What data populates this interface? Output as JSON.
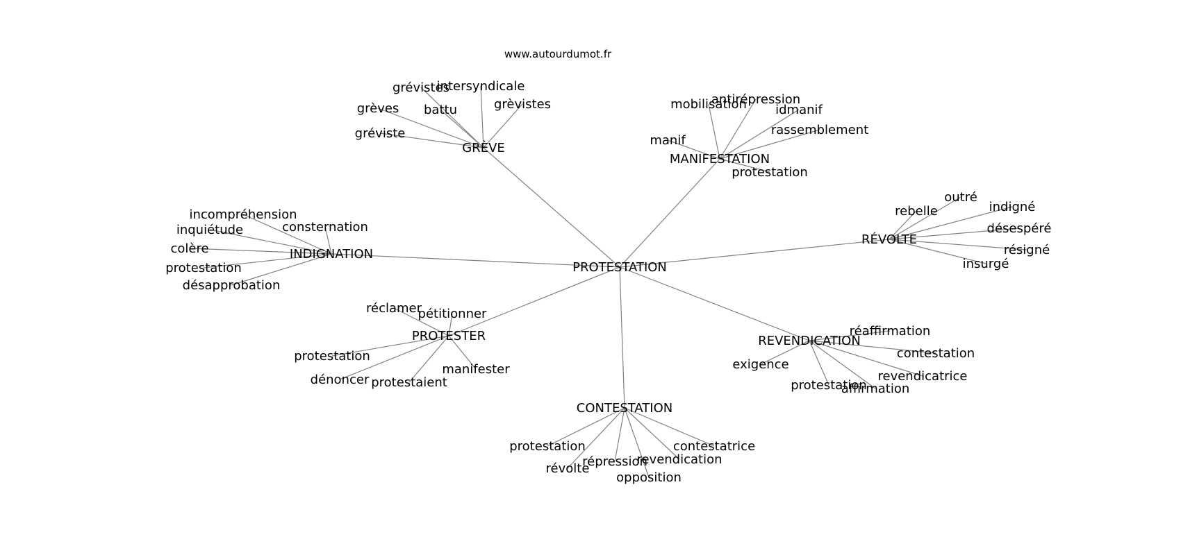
{
  "source": "www.autourdumot.fr",
  "center": "PROTESTATION",
  "clusters": [
    {
      "hub": "GRÈVE",
      "words": [
        "grévistes",
        "intersyndicale",
        "grèves",
        "battu",
        "grèvistes",
        "gréviste"
      ]
    },
    {
      "hub": "MANIFESTATION",
      "words": [
        "antirépression",
        "mobilisation",
        "idmanif",
        "manif",
        "rassemblement",
        "protestation"
      ]
    },
    {
      "hub": "RÉVOLTE",
      "words": [
        "outré",
        "rebelle",
        "indigné",
        "désespéré",
        "résigné",
        "insurgé"
      ]
    },
    {
      "hub": "INDIGNATION",
      "words": [
        "incompréhension",
        "inquiétude",
        "consternation",
        "colère",
        "protestation",
        "désapprobation"
      ]
    },
    {
      "hub": "PROTESTER",
      "words": [
        "réclamer",
        "pétitionner",
        "protestation",
        "dénoncer",
        "protestaient",
        "manifester"
      ]
    },
    {
      "hub": "REVENDICATION",
      "words": [
        "réaffirmation",
        "contestation",
        "exigence",
        "revendicatrice",
        "protestation",
        "affirmation"
      ]
    },
    {
      "hub": "CONTESTATION",
      "words": [
        "protestation",
        "contestatrice",
        "répression",
        "revendication",
        "révolte",
        "opposition"
      ]
    }
  ]
}
